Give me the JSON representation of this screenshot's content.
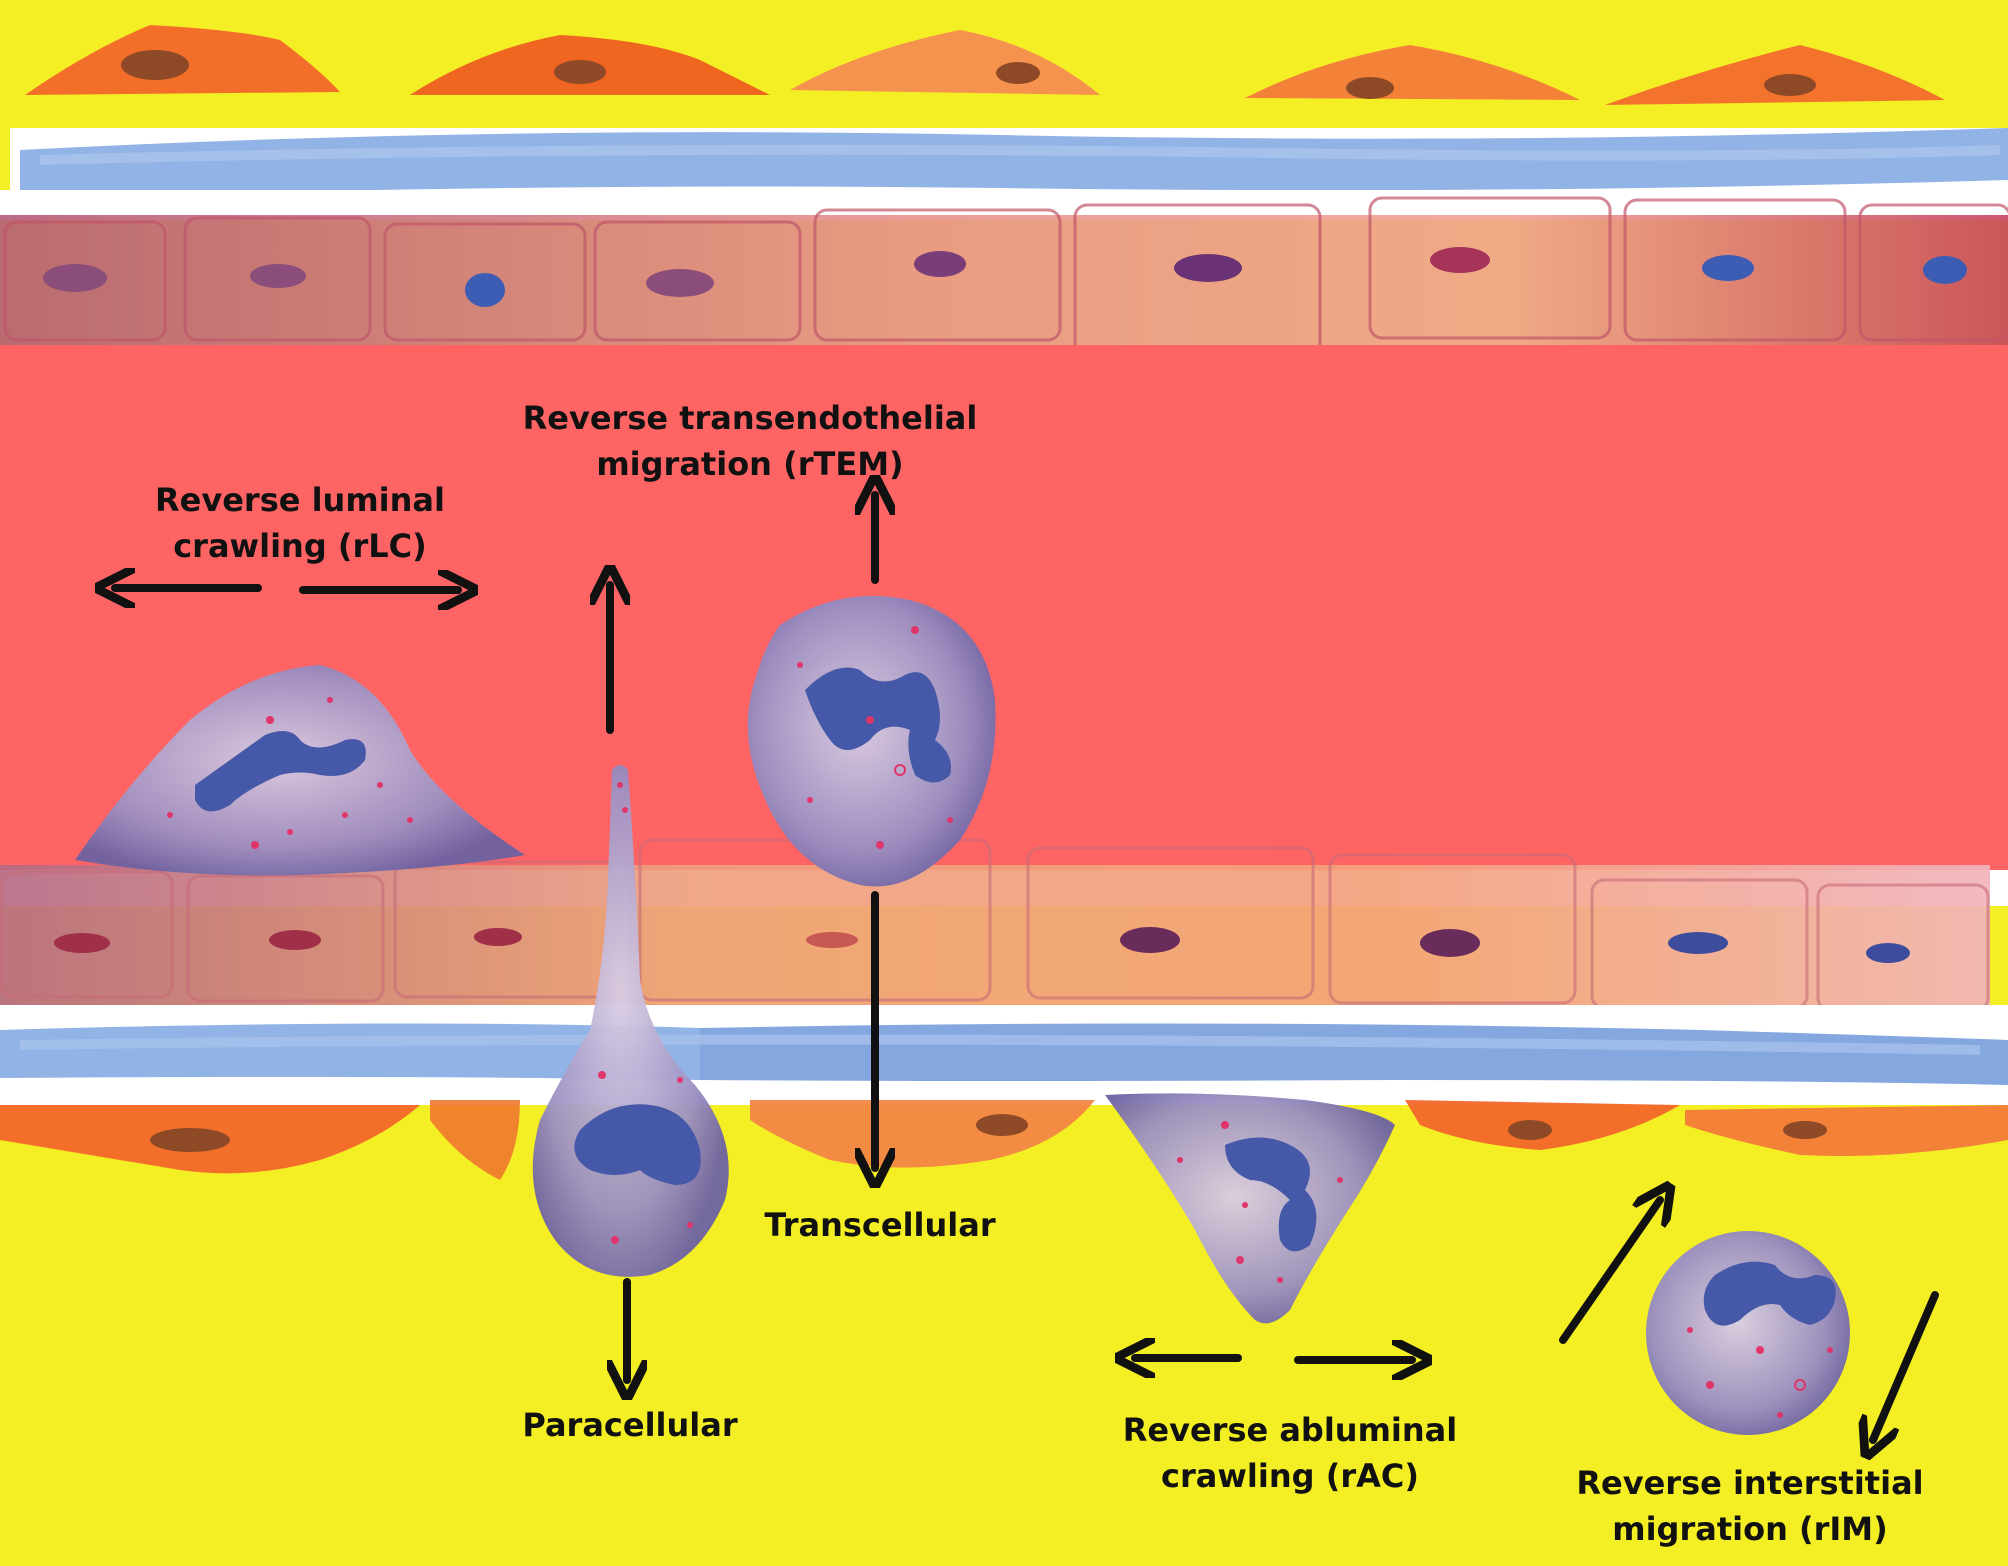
{
  "diagram": {
    "labels": {
      "rtem": "Reverse transendothelial\nmigration  (rTEM)",
      "rlc": "Reverse luminal\ncrawling (rLC)",
      "transcellular": "Transcellular",
      "paracellular": "Paracellular",
      "rac": "Reverse abluminal\ncrawling (rAC)",
      "rim": "Reverse interstitial\nmigration (rIM)"
    },
    "colors": {
      "interstitium": "#f4ef24",
      "lumen": "#fe6464",
      "endothelium": "#e98f86",
      "basement_membrane": "#7ea6e0",
      "pericyte": "#f2672a",
      "pericyte_nucleus": "#8e4a26",
      "neutrophil": "#8c7fb6",
      "neutrophil_nucleus": "#4659a8",
      "granule": "#e0356a",
      "arrow": "#111111"
    }
  }
}
